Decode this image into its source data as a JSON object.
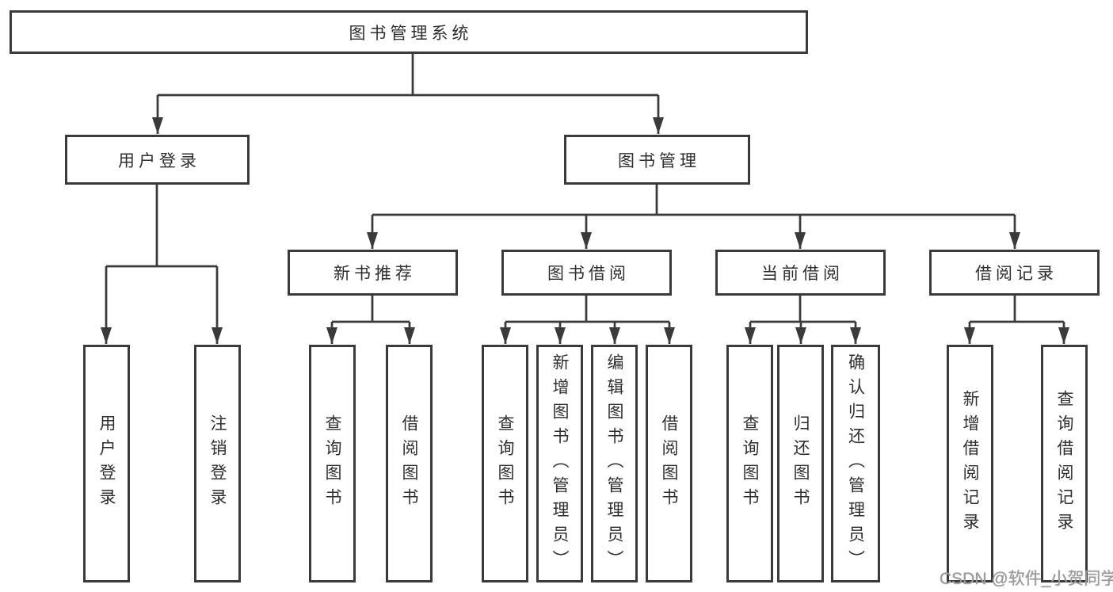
{
  "tree": {
    "label": "图书管理系统",
    "children": [
      {
        "label": "用户登录",
        "children": [
          {
            "label": "用户登录"
          },
          {
            "label": "注销登录"
          }
        ]
      },
      {
        "label": "图书管理",
        "children": [
          {
            "label": "新书推荐",
            "children": [
              {
                "label": "查询图书"
              },
              {
                "label": "借阅图书"
              }
            ]
          },
          {
            "label": "图书借阅",
            "children": [
              {
                "label": "查询图书"
              },
              {
                "label": "新增图书（管理员）"
              },
              {
                "label": "编辑图书（管理员）"
              },
              {
                "label": "借阅图书"
              }
            ]
          },
          {
            "label": "当前借阅",
            "children": [
              {
                "label": "查询图书"
              },
              {
                "label": "归还图书"
              },
              {
                "label": "确认归还（管理员）"
              }
            ]
          },
          {
            "label": "借阅记录",
            "children": [
              {
                "label": "新增借阅记录"
              },
              {
                "label": "查询借阅记录"
              }
            ]
          }
        ]
      }
    ]
  },
  "watermark": {
    "text": "CSDN @软件_小贺同学"
  },
  "colors": {
    "line": "#3a3a3a",
    "box_border": "#3a3a3a",
    "text": "#2e2e2e",
    "watermark": "#9c9c9c",
    "background": "#ffffff"
  }
}
